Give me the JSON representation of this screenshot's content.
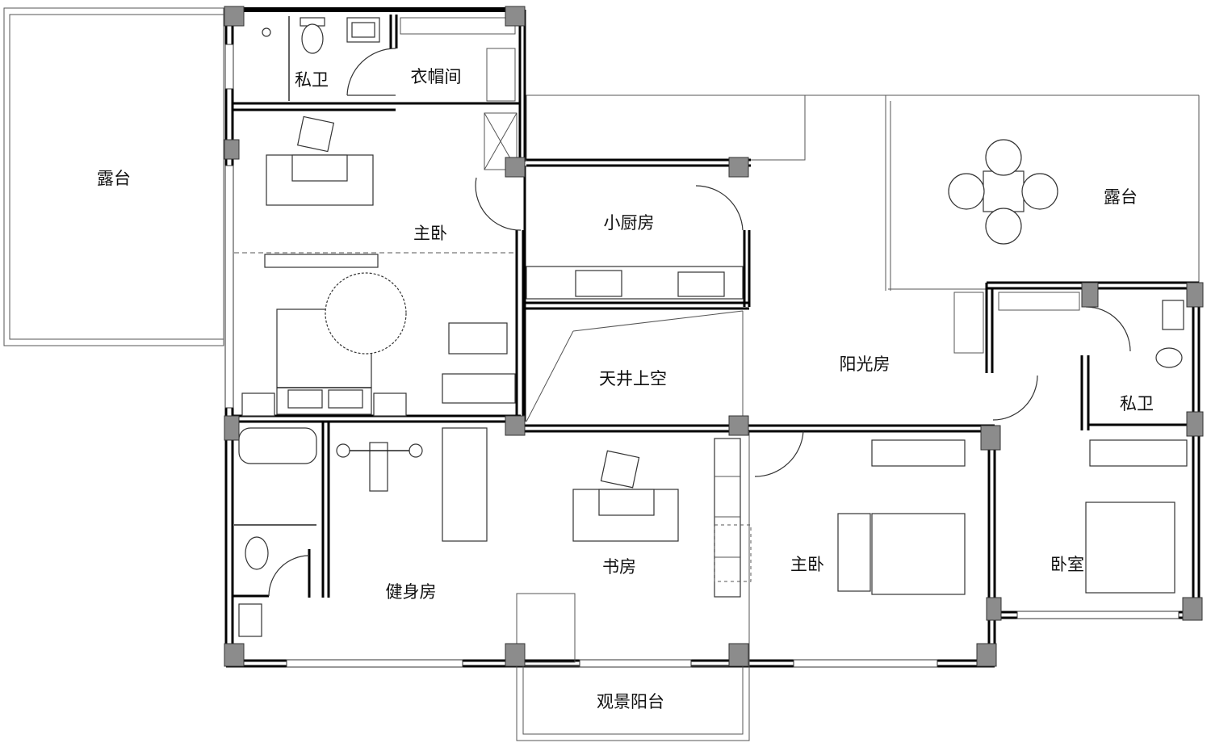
{
  "rooms": {
    "terrace_left": "露台",
    "private_bath_top": "私卫",
    "cloakroom": "衣帽间",
    "master_bedroom_left": "主卧",
    "small_kitchen": "小厨房",
    "terrace_right": "露台",
    "patio_void": "天井上空",
    "sunroom": "阳光房",
    "private_bath_right": "私卫",
    "study": "书房",
    "gym": "健身房",
    "master_bedroom_right": "主卧",
    "bedroom": "卧室",
    "viewing_balcony": "观景阳台"
  },
  "colors": {
    "wall": "#000000",
    "column": "#8c8c8c",
    "background": "#ffffff"
  }
}
